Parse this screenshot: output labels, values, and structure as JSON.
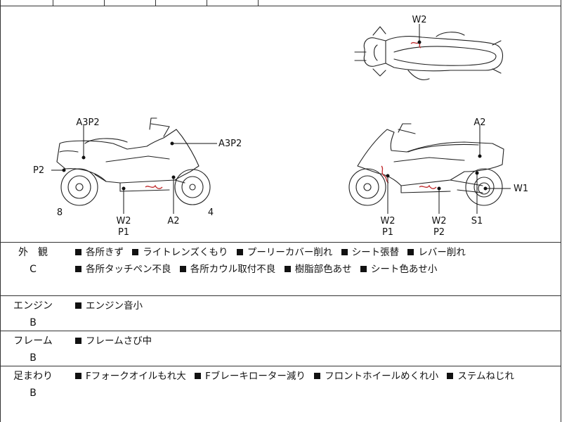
{
  "diagram": {
    "top_view_labels": [
      "W2"
    ],
    "left_view": {
      "labels": [
        "A3P2",
        "A3P2",
        "P2",
        "W2",
        "P1",
        "A2"
      ],
      "numbers": [
        "8",
        "4"
      ]
    },
    "right_view": {
      "labels": [
        "A2",
        "W1",
        "W2",
        "P1",
        "W2",
        "P2",
        "S1"
      ]
    }
  },
  "sections": [
    {
      "category": "外　観",
      "grade": "C",
      "items": [
        "各所きず",
        "ライトレンズくもり",
        "プーリーカバー削れ",
        "シート張替",
        "レバー削れ",
        "各所タッチペン不良",
        "各所カウル取付不良",
        "樹脂部色あせ",
        "シート色あせ小"
      ]
    },
    {
      "category": "エンジン",
      "grade": "B",
      "items": [
        "エンジン音小"
      ]
    },
    {
      "category": "フレーム",
      "grade": "B",
      "items": [
        "フレームさび中"
      ]
    },
    {
      "category": "足まわり",
      "grade": "B",
      "items": [
        "Fフォークオイルもれ大",
        "Fブレーキローター減り",
        "フロントホイールめくれ小",
        "ステムねじれ"
      ]
    }
  ]
}
